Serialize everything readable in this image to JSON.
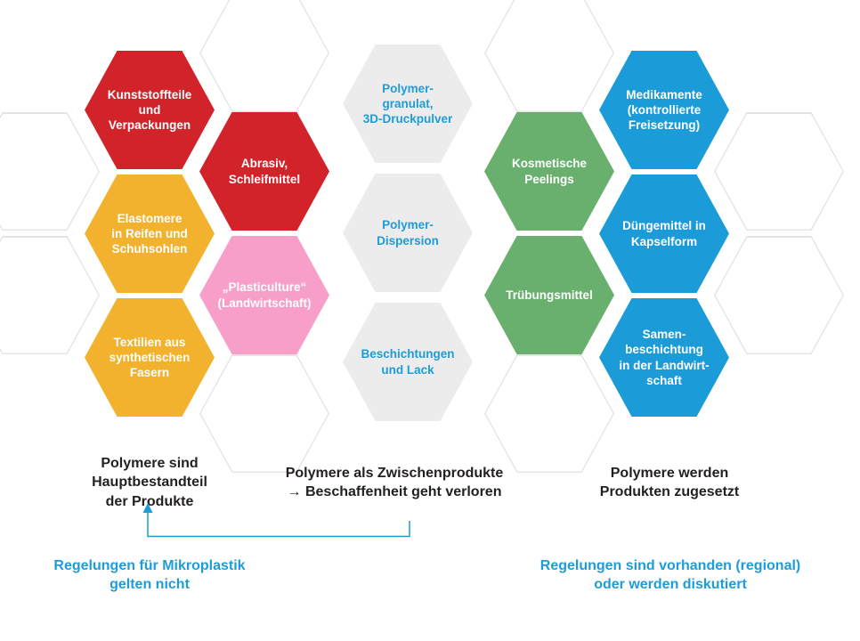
{
  "colors": {
    "red": "#d2232a",
    "yellow": "#f2b22e",
    "pink": "#f79fc9",
    "gray": "#ececec",
    "green": "#69b06e",
    "blue": "#1b9cd8",
    "blue_text": "#1e9cd7",
    "black_text": "#231f20",
    "hex_outline": "#e4e4e4"
  },
  "hexes": {
    "kunststoffteile": {
      "label": "Kunststoffteile\nund\nVerpackungen"
    },
    "abrasiv": {
      "label": "Abrasiv,\nSchleifmittel"
    },
    "elastomere": {
      "label": "Elastomere\nin Reifen und\nSchuhsohlen"
    },
    "plasticulture": {
      "label": "„Plasticulture“\n(Landwirtschaft)"
    },
    "textilien": {
      "label": "Textilien aus\nsynthetischen\nFasern"
    },
    "polymergranulat": {
      "label": "Polymer-\ngranulat,\n3D-Druckpulver"
    },
    "polymerdispersion": {
      "label": "Polymer-\nDispersion"
    },
    "beschichtungen": {
      "label": "Beschichtungen\nund Lack"
    },
    "kosmetische": {
      "label": "Kosmetische\nPeelings"
    },
    "truebungsmittel": {
      "label": "Trübungsmittel"
    },
    "medikamente": {
      "label": "Medikamente\n(kontrollierte\nFreisetzung)"
    },
    "duengemittel": {
      "label": "Düngemittel in\nKapselform"
    },
    "samenbeschichtung": {
      "label": "Samen-\nbeschichtung\nin der Landwirt-\nschaft"
    }
  },
  "captions": {
    "left": "Polymere sind\nHauptbestandteil\nder Produkte",
    "middle": "Polymere als Zwischenprodukte\n→ Beschaffenheit geht verloren",
    "right": "Polymere werden\nProdukten zugesetzt"
  },
  "regulations": {
    "left": "Regelungen für Mikroplastik\ngelten nicht",
    "right": "Regelungen sind vorhanden (regional)\noder werden diskutiert"
  }
}
